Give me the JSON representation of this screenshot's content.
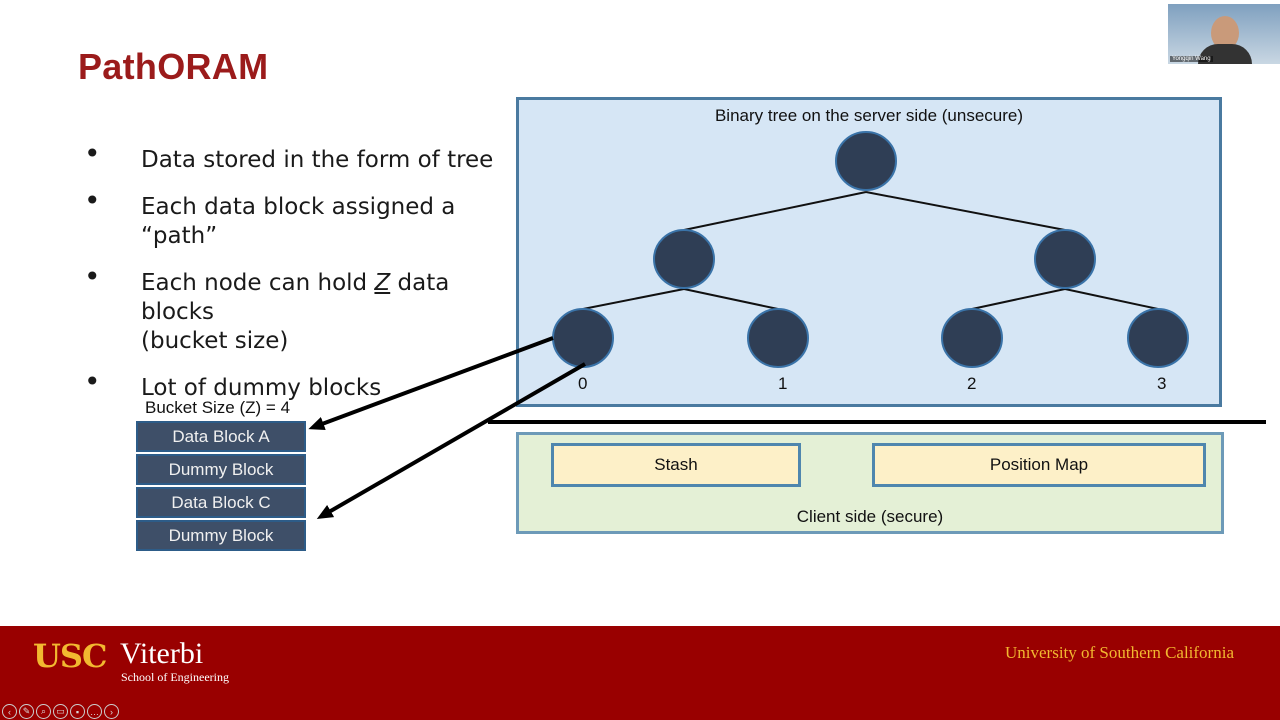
{
  "slide": {
    "title": "PathORAM",
    "bullets": [
      {
        "text": "Data stored in the form of tree"
      },
      {
        "text": "Each data block assigned a “path”"
      },
      {
        "pre": "Each node can hold ",
        "z": "Z",
        "post": " data blocks",
        "line2": "(bucket size)"
      },
      {
        "text": "Lot of dummy blocks"
      }
    ],
    "tree_caption": "Binary tree on the server side (unsecure)",
    "leaf_labels": [
      "0",
      "1",
      "2",
      "3"
    ],
    "bucket_label": "Bucket Size (Z) = 4",
    "bucket_blocks": [
      "Data Block A",
      "Dummy Block",
      "Data Block C",
      "Dummy Block"
    ],
    "client": {
      "stash": "Stash",
      "position_map": "Position Map",
      "caption": "Client side (secure)"
    },
    "colors": {
      "node_fill": "#2f3e55",
      "node_stroke": "#3a73a8",
      "title_red": "#9b1b1b",
      "footer_red": "#990000"
    }
  },
  "webcam": {
    "name": "Yongqin Wang"
  },
  "footer": {
    "usc": "USC",
    "viterbi": "Viterbi",
    "school": "School of Engineering",
    "university": "University of Southern California"
  },
  "player_controls": [
    "prev-icon",
    "pen-icon",
    "zoom-icon",
    "captions-icon",
    "camera-icon",
    "more-icon",
    "next-icon"
  ]
}
